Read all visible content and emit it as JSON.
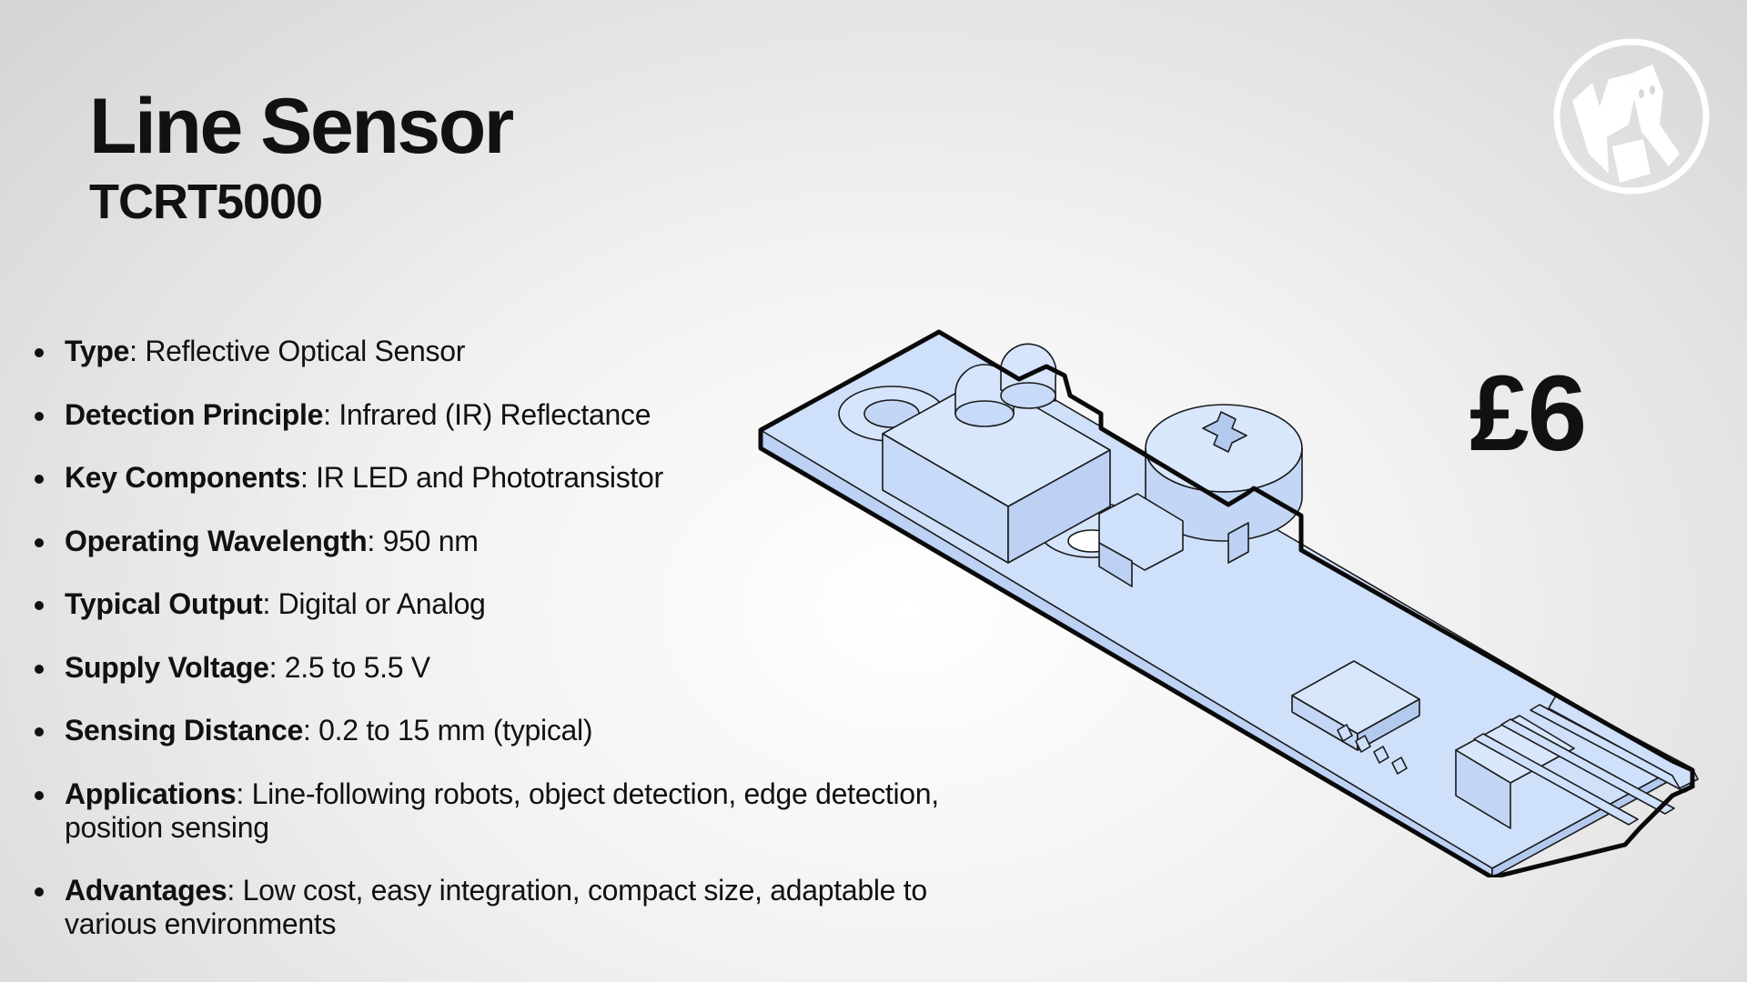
{
  "slide": {
    "title": "Line Sensor",
    "subtitle": "TCRT5000",
    "price": "£6",
    "specs": [
      {
        "key": "Type",
        "sep": ": ",
        "value": "Reflective Optical Sensor"
      },
      {
        "key": "Detection Principle",
        "sep": ": ",
        "value": "Infrared (IR) Reflectance"
      },
      {
        "key": "Key Components",
        "sep": ": ",
        "value": "IR LED and Phototransistor"
      },
      {
        "key": "Operating Wavelength",
        "sep": ": ",
        "value": "950 nm"
      },
      {
        "key": "Typical Output",
        "sep": ": ",
        "value": "Digital or Analog"
      },
      {
        "key": "Supply Voltage",
        "sep": ": ",
        "value": "2.5 to 5.5 V"
      },
      {
        "key": "Sensing Distance",
        "sep": ": ",
        "value": "0.2 to 15 mm (typical)"
      },
      {
        "key": "Applications",
        "sep": ": ",
        "value": "Line-following robots, object detection, edge detection, position sensing"
      },
      {
        "key": "Advantages",
        "sep": ": ",
        "value": "Low cost, easy integration, compact size, adaptable to various environments"
      }
    ]
  },
  "icons": {
    "logo": "robot-logo-icon",
    "illustration": "line-sensor-module-illustration"
  },
  "colors": {
    "text": "#111111",
    "sensor_fill": "#cfe0fb",
    "sensor_outline": "#0a0a0a",
    "logo": "#ffffff"
  }
}
